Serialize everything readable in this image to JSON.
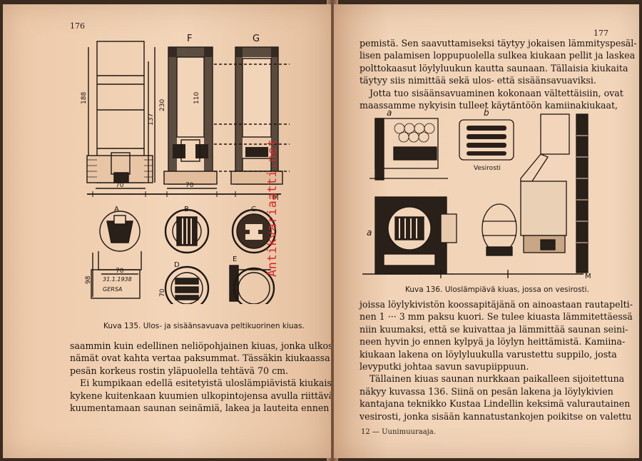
{
  "left_page": {
    "page_number": "176",
    "figure_caption": "Kuva 135. Ulos- ja sisäänsavuava peltikuorinen kiuas.",
    "figure_labels": {
      "F": "F",
      "G": "G",
      "A": "A",
      "B": "B",
      "C": "C",
      "D": "D",
      "E": "E",
      "M": "M",
      "dim_70a": "70",
      "dim_70b": "70",
      "dim_70c": "70",
      "dim_230": "230",
      "dim_137": "137",
      "dim_188": "188",
      "dim_110": "110",
      "dim_98": "98",
      "dim_70d": "70",
      "stamp_date": "31.1.1938",
      "stamp_sign": "GERSA"
    },
    "text_lines": [
      "saammin kuin edellinen neliöpohjainen kiuas, jonka ulkosei-",
      "nämät ovat kahta vertaa paksummat.  Tässäkin kiukaassa on",
      "pesän korkeus rostin yläpuolella tehtävä 70 cm.",
      "Ei kumpikaan edellä esitetyistä uloslämpiävistä kiukaista",
      "kykene kuitenkaan kuumien ulkopintojensa avulla riittävästi",
      "kuumentamaan saunan seinämiä, lakea ja lauteita ennen kyl-"
    ]
  },
  "right_page": {
    "page_number": "177",
    "top_lines": [
      "pemistä. Sen saavuttamiseksi täytyy jokaisen lämmityspesäl-",
      "lisen palamisen loppupuolella sulkea kiukaan pellit ja laskea",
      "polttokaasut löylyluukun kautta saunaan. Tällaisia kiukaita",
      "täytyy siis nimittää sekä ulos- että sisäänsavuaviksi.",
      "Jotta tuo sisäänsavuaminen kokonaan vältettäisiin, ovat",
      "maassamme nykyisin tulleet käytäntöön kamiinakiukaat,"
    ],
    "figure_caption": "Kuva 136. Uloslämpiävä kiuas, jossa on vesirosti.",
    "figure_labels": {
      "a": "a",
      "b": "b",
      "a2": "a",
      "vesirosti": "Vesirosti",
      "M": "M"
    },
    "bottom_lines": [
      "joissa löylykivistön koossapitäjänä on ainoastaan rautapelti-",
      "nen 1 ··· 3 mm paksu kuori.  Se tulee kiuasta lämmitettäessä",
      "niin kuumaksi, että se kuivattaa ja lämmittää saunan seini-",
      "neen hyvin jo ennen kylpyä ja löylyn heittämistä. Kamiina-",
      "kiukaan lakena on löylyluukulla varustettu suppilo, josta",
      "levyputki johtaa savun savupiippuun.",
      "Tällainen kiuas saunan nurkkaan paikalleen sijoitettuna",
      "näkyy kuvassa 136.  Siinä on pesän lakena ja löylykivien",
      "kantajana teknikko Kustaa Lindellin keksimä valurautainen",
      "vesirosti, jonka sisään kannatustankojen poikitse on valettu"
    ],
    "footer": "12 — Uunimuuraaja."
  },
  "watermark": "Antikvariaatti.net"
}
